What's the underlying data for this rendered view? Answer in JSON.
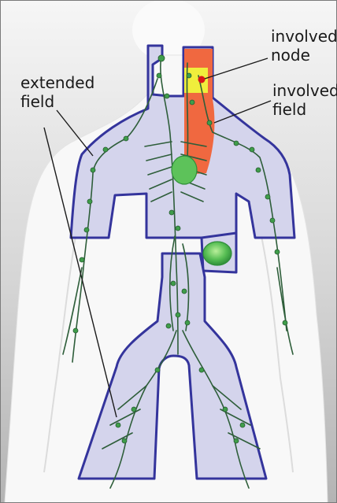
{
  "labels": {
    "extended_field": [
      "extended",
      "field"
    ],
    "involved_node": [
      "involved",
      "node"
    ],
    "involved_field": [
      "involved",
      "field"
    ]
  },
  "colors": {
    "background_gradient": [
      "#f6f6f6",
      "#b9b9b9"
    ],
    "body_silhouette": "#f8f8f8",
    "field_fill": "#d4d4ec",
    "field_outline": "#34349c",
    "involved_field": "#f06840",
    "involved_node_zone": "#f0ee3c",
    "involved_node_dot": "#d81818",
    "lymph_vessel": "#2e5e3a",
    "lymph_node": "#3f9d4a",
    "organ_green": "#5dc25a",
    "leader_line": "#1a1a1a",
    "label_text": "#1a1a1a"
  }
}
